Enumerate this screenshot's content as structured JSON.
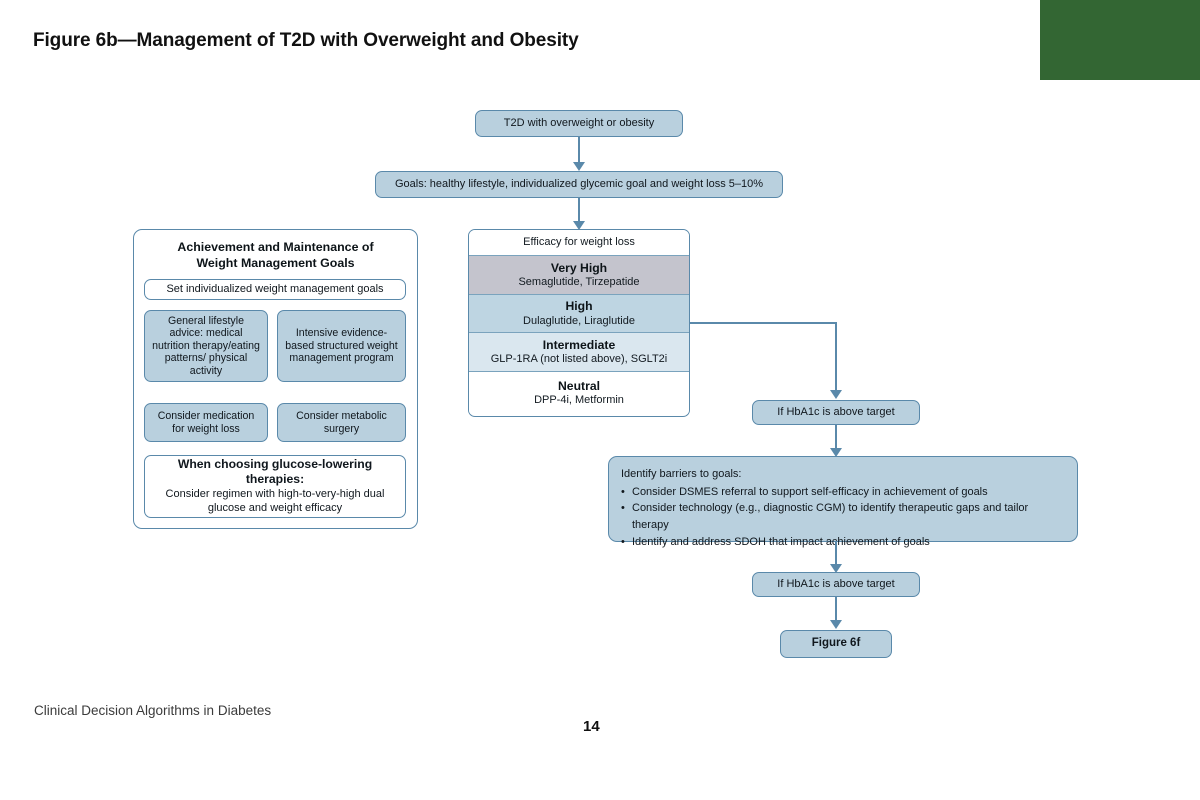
{
  "page": {
    "title": "Figure 6b—Management of T2D with Overweight and Obesity",
    "footer": "Clinical Decision Algorithms in Diabetes",
    "page_number": "14",
    "accent_green": "#336633",
    "node_fill": "#b9d0de",
    "node_border": "#5a89aa"
  },
  "flow": {
    "start": "T2D with overweight or obesity",
    "goals": "Goals: healthy lifestyle, individualized glycemic goal and weight loss 5–10%",
    "hba1c_1": "If HbA1c is above target",
    "hba1c_2": "If HbA1c is above target",
    "figure_ref": "Figure 6f"
  },
  "left_panel": {
    "title_line1": "Achievement and Maintenance of",
    "title_line2": "Weight Management Goals",
    "goal_setting": "Set individualized weight management goals",
    "option_lifestyle": "General lifestyle advice: medical nutrition therapy/eating patterns/ physical activity",
    "option_intensive": "Intensive evidence-based structured weight management program",
    "option_medication": "Consider medication for weight loss",
    "option_surgery": "Consider metabolic surgery",
    "therapy_note_heading": "When choosing glucose-lowering therapies:",
    "therapy_note_body": "Consider regimen with high-to-very-high dual glucose and weight efficacy"
  },
  "efficacy_table": {
    "header": "Efficacy for weight loss",
    "rows": [
      {
        "label": "Very High",
        "items": "Semaglutide, Tirzepatide",
        "fill": "#c4c4cd"
      },
      {
        "label": "High",
        "items": "Dulaglutide, Liraglutide",
        "fill": "#bed5e2"
      },
      {
        "label": "Intermediate",
        "items": "GLP-1RA (not listed above), SGLT2i",
        "fill": "#dae7ef"
      },
      {
        "label": "Neutral",
        "items": "DPP-4i, Metformin",
        "fill": "#ffffff"
      }
    ]
  },
  "barriers": {
    "lead": "Identify barriers to goals:",
    "items": [
      "Consider DSMES referral to support self-efficacy in achievement of goals",
      "Consider technology (e.g., diagnostic CGM) to identify therapeutic gaps and tailor therapy",
      "Identify and address SDOH that impact achievement of goals"
    ]
  }
}
